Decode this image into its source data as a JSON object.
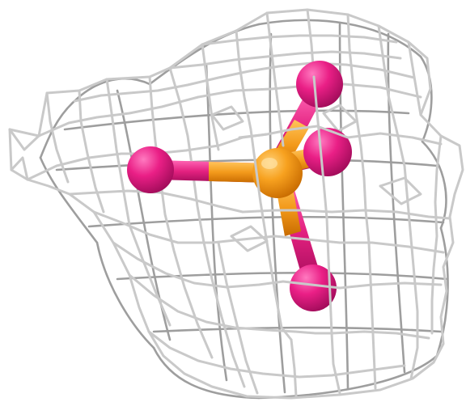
{
  "scene": {
    "description_type": "molecular-structure-render",
    "background_color": "#ffffff",
    "mesh_color": "#c9c9c9",
    "mesh_shadow_color": "#9e9e9e",
    "central_atom_color": "#f39a1b",
    "ligand_atom_color": "#e3217f",
    "bond_color_central": "#f39a1b",
    "bond_color_ligand": "#e3217f",
    "central_atom_icon": "orange-sphere",
    "ligand_atom_icon": "magenta-sphere",
    "ligand_count": 4
  }
}
